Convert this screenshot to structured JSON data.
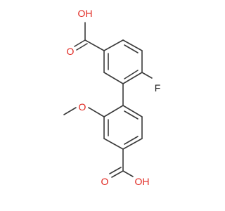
{
  "molecule": {
    "atoms": {
      "oh_top": "OH",
      "o_top": "O",
      "f": "F",
      "o_methoxy": "O",
      "o_bottom": "O",
      "oh_bottom": "OH"
    }
  },
  "colors": {
    "bond": "#3a3a3a",
    "oxygen": "#e0261f",
    "fluorine": "#1f1f1f"
  }
}
